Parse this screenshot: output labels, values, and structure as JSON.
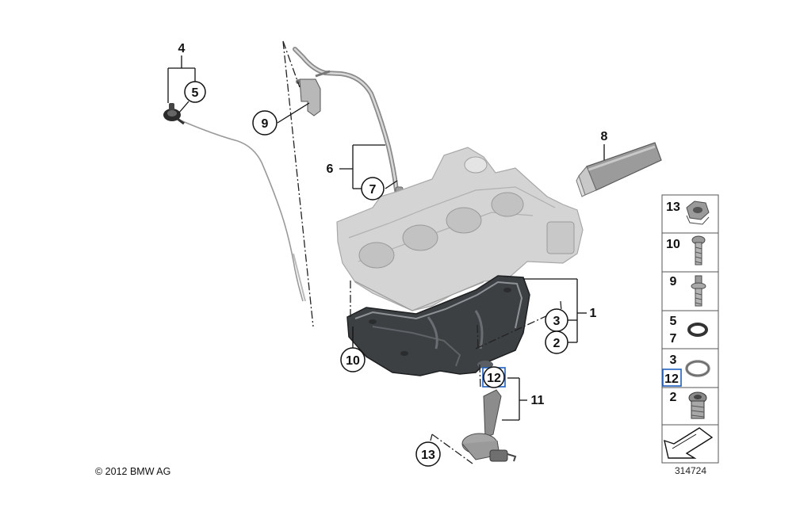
{
  "callouts": {
    "c1": "1",
    "c2": "2",
    "c3": "3",
    "c4": "4",
    "c5": "5",
    "c6": "6",
    "c7": "7",
    "c8": "8",
    "c9": "9",
    "c10": "10",
    "c11": "11",
    "c12": "12",
    "c13": "13"
  },
  "legend": {
    "r13": "13",
    "r10": "10",
    "r9": "9",
    "r5": "5",
    "r7": "7",
    "r3": "3",
    "r12": "12",
    "r2": "2"
  },
  "footer": {
    "copyright": "© 2012 BMW AG",
    "diagram_number": "314724"
  },
  "colors": {
    "highlight": "#1f5fbf",
    "line": "#111111",
    "part_gray": "#c9c9c9",
    "part_dark": "#3a3d40"
  }
}
